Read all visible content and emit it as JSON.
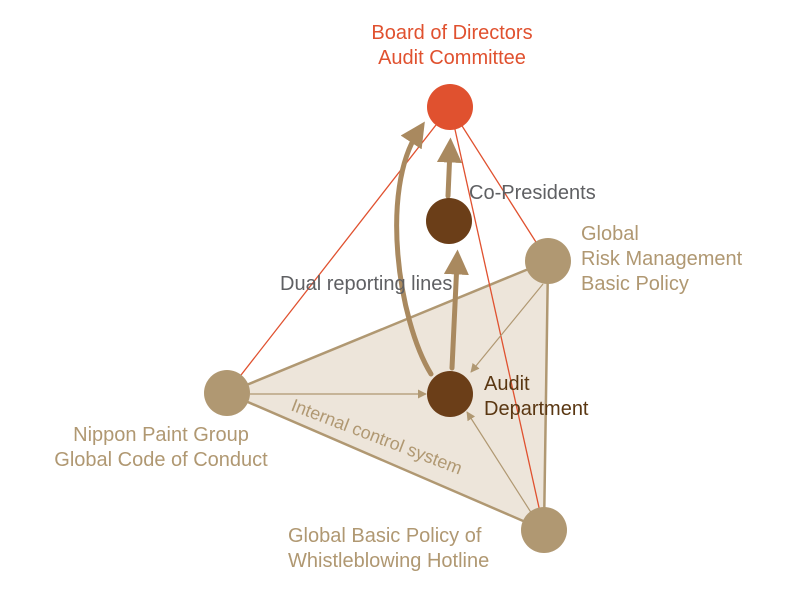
{
  "board": {
    "line1": "Board of Directors",
    "line2": "Audit Committee"
  },
  "co_presidents": "Co-Presidents",
  "risk_policy": {
    "line1": "Global",
    "line2": "Risk Management",
    "line3": "Basic Policy"
  },
  "dual_reporting": "Dual reporting lines",
  "audit": {
    "line1": "Audit",
    "line2": "Department"
  },
  "code_of_conduct": {
    "line1": "Nippon Paint Group",
    "line2": "Global Code of Conduct"
  },
  "internal_control": "Internal control system",
  "whistleblowing": {
    "line1": "Global Basic Policy of",
    "line2": "Whistleblowing Hotline"
  },
  "colors": {
    "board": "#e0512f",
    "tan": "#b09872",
    "fill": "#ede5da",
    "brown_node": "#6b3e18",
    "arrow": "#a9895f",
    "gray_text": "#5f6063"
  }
}
